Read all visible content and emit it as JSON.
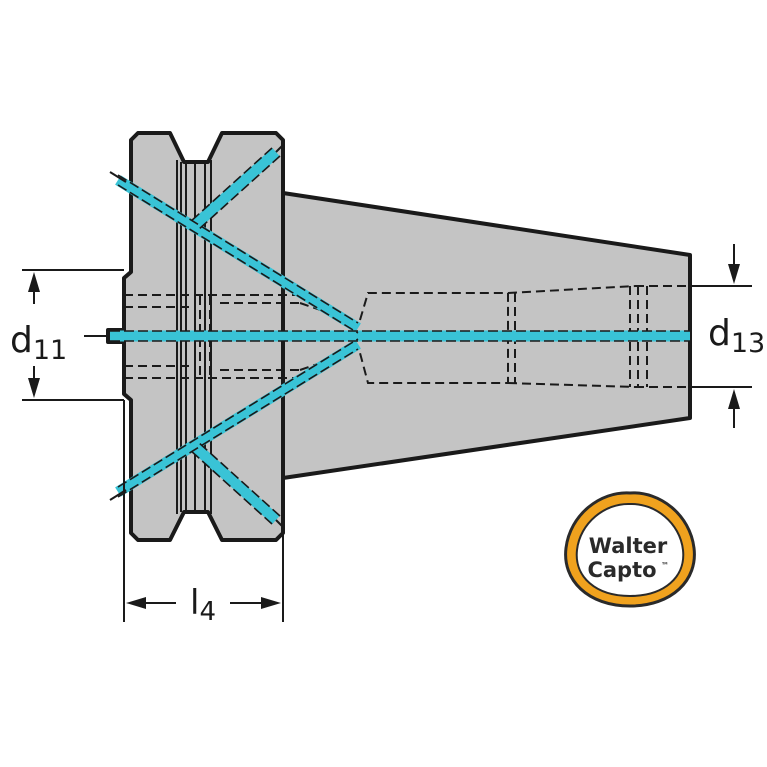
{
  "dimensions": {
    "d11": {
      "symbol": "d",
      "subscript": "11"
    },
    "d13": {
      "symbol": "d",
      "subscript": "13"
    },
    "l4": {
      "symbol": "l",
      "subscript": "4"
    }
  },
  "logo": {
    "line1": "Walter",
    "line2": "Capto",
    "mark": "™"
  },
  "colors": {
    "body": "#c4c4c4",
    "outline": "#1a1a1a",
    "coolant": "#39c3d6",
    "logo_ring": "#f0a21e"
  }
}
